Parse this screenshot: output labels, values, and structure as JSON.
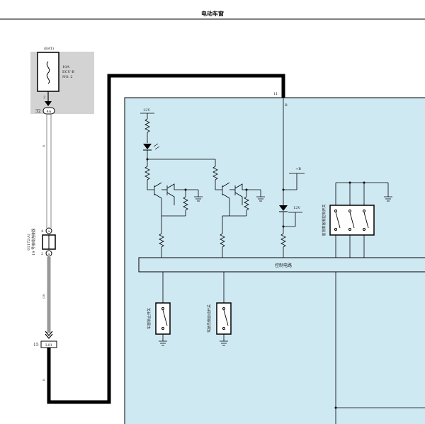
{
  "header": {
    "title": "电动车窗"
  },
  "fuse": {
    "source": "(BAT)",
    "rating": "10A",
    "name": "ECU-B",
    "number": "NO. 2",
    "pin": "2"
  },
  "connectors": {
    "c1_num": "32",
    "c1_code": "4A",
    "c2_pin_top": "4",
    "c2_code_top": "A",
    "c2_pin_bottom": "2",
    "c2_code_bottom": "A",
    "c3_num": "15",
    "c3_code": "L01",
    "ecu_pin": "11"
  },
  "junction": {
    "label": "19 号接线连接器",
    "code": "01172(A)"
  },
  "wires": {
    "w1": "B",
    "w2": "GR",
    "w3": "B",
    "ecu_in": "B"
  },
  "ecu": {
    "v12_top": "12V",
    "plus_b": "+B",
    "v12_mid": "12V",
    "control_circuit": "控制电路",
    "switch_front_passenger": "前排乘客侧控制开关",
    "switch_window_lock": "车窗锁止开关",
    "switch_driver_auto": "驾驶员侧自动开关"
  },
  "colors": {
    "ecu_fill": "#cfe9f3",
    "fuse_box_fill": "#d3d3d3",
    "wire_dark": "#000000",
    "wire_gray": "#999999"
  }
}
